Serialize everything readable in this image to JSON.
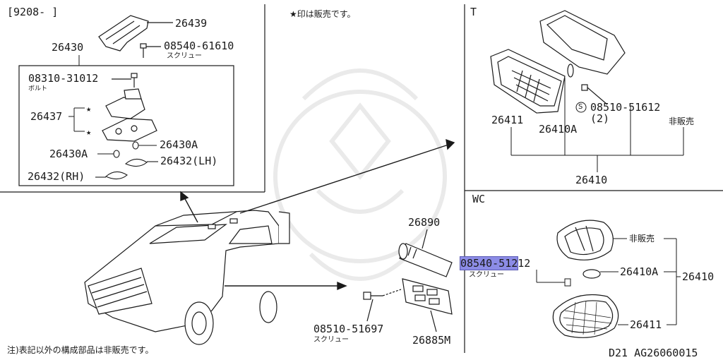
{
  "header": {
    "date_range": "[9208-     ]",
    "note_star": "★印は販売です。",
    "section_t": "T",
    "section_wc": "WC"
  },
  "parts": {
    "p26439": "26439",
    "p08540_61610": "08540-61610",
    "screw_a": "スクリュー",
    "p26430": "26430",
    "p08310_31012": "08310-31012",
    "bolt": "ボルト",
    "p26437": "26437",
    "p26430A_1": "26430A",
    "p26430A_2": "26430A",
    "p26432_lh": "26432(LH)",
    "p26432_rh": "26432(RH)",
    "p26890": "26890",
    "p08540_51212_hl": "08540-512",
    "p08540_51212_rest": "12",
    "screw_b": "スクリュー",
    "p08510_51697": "08510-51697",
    "screw_c": "スクリュー",
    "p26885M": "26885M",
    "p26411_t": "26411",
    "p26410A_t": "26410A",
    "s_mark": "S",
    "p08510_51612": "08510-51612",
    "qty2": "(2)",
    "not_for_sale_t": "非販売",
    "p26410_t": "26410",
    "not_for_sale_wc": "非販売",
    "p26410A_wc": "26410A",
    "p26410_wc": "26410",
    "p26411_wc": "26411"
  },
  "footer": {
    "note": "注)表記以外の構成部品は非販売です。",
    "code": "D21  AG26060015"
  },
  "colors": {
    "line": "#1a1a1a",
    "highlight": "#8c8ce6"
  }
}
